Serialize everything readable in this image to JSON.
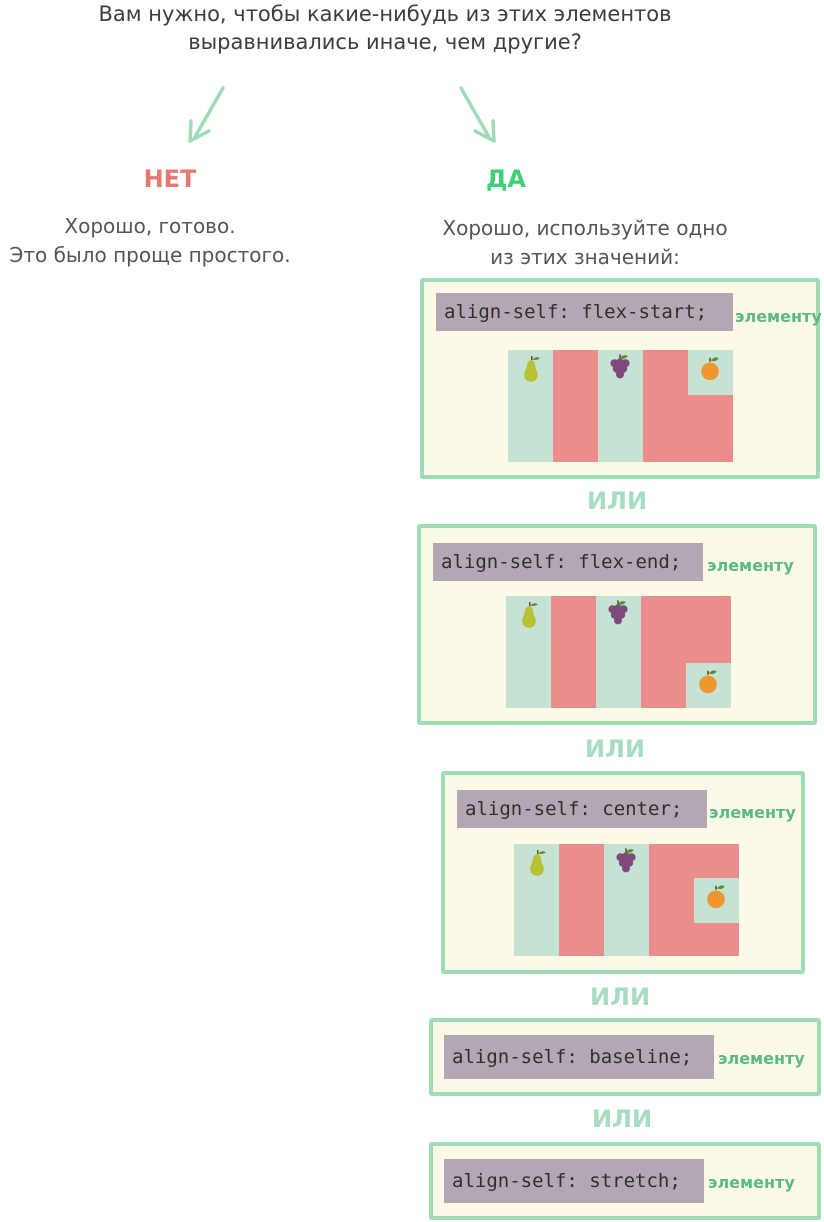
{
  "question": {
    "line1": "Вам нужно, чтобы какие-нибудь из этих элементов",
    "line2": "выравнивались иначе, чем другие?"
  },
  "no_branch": {
    "title": "НЕТ",
    "line1": "Хорошо, готово.",
    "line2": "Это было проще простого."
  },
  "yes_branch": {
    "title": "ДА",
    "line1": "Хорошо, используйте одно",
    "line2": "из этих значений:"
  },
  "options": [
    {
      "code": "align-self: flex-start;",
      "suffix": "элементу",
      "demo": "flex-start"
    },
    {
      "code": "align-self: flex-end;",
      "suffix": "элементу",
      "demo": "flex-end"
    },
    {
      "code": "align-self: center;",
      "suffix": "элементу",
      "demo": "center"
    },
    {
      "code": "align-self: baseline;",
      "suffix": "элементу"
    },
    {
      "code": "align-self: stretch;",
      "suffix": "элементу"
    }
  ],
  "separator": "ИЛИ",
  "colors": {
    "no": "#e8786b",
    "yes": "#3fcf75",
    "arrow": "#9fdcb6",
    "card_bg": "#fcf9e7",
    "card_border": "#9fdcb6",
    "code_bg": "#b2a7b2",
    "item_green": "#c4e3d4",
    "item_red": "#ea8d8c"
  },
  "icons": [
    "pear-icon",
    "grapes-icon",
    "orange-icon"
  ]
}
